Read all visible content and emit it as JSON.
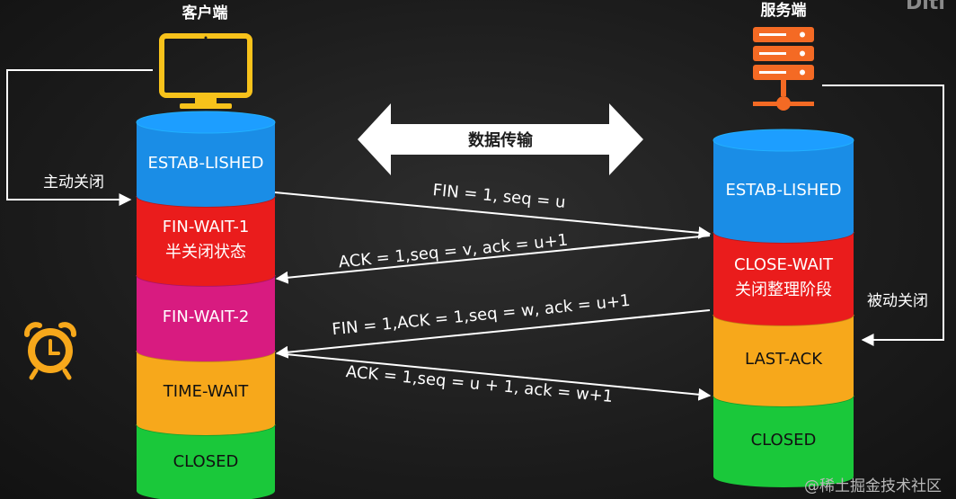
{
  "client": {
    "title": "客户端",
    "icon": "monitor-icon",
    "side_label": "主动关闭",
    "states": [
      {
        "lines": [
          "ESTAB-LISHED"
        ],
        "color": "#1a8de6"
      },
      {
        "lines": [
          "FIN-WAIT-1",
          "半关闭状态"
        ],
        "color": "#ea1c1c"
      },
      {
        "lines": [
          "FIN-WAIT-2"
        ],
        "color": "#d81b80"
      },
      {
        "lines": [
          "TIME-WAIT"
        ],
        "color": "#f7a81b"
      },
      {
        "lines": [
          "CLOSED"
        ],
        "color": "#1ac83a"
      }
    ],
    "alarm_icon": "alarm-clock-icon"
  },
  "server": {
    "title": "服务端",
    "icon": "server-icon",
    "side_label": "被动关闭",
    "states": [
      {
        "lines": [
          "ESTAB-LISHED"
        ],
        "color": "#1a8de6"
      },
      {
        "lines": [
          "CLOSE-WAIT",
          "关闭整理阶段"
        ],
        "color": "#ea1c1c"
      },
      {
        "lines": [
          "LAST-ACK"
        ],
        "color": "#f7a81b"
      },
      {
        "lines": [
          "CLOSED"
        ],
        "color": "#1ac83a"
      }
    ]
  },
  "data_transfer": {
    "label": "数据传输"
  },
  "messages": [
    {
      "label": "FIN = 1, seq = u",
      "direction": "to-server"
    },
    {
      "label": "ACK = 1,seq = v, ack = u+1",
      "direction": "to-client"
    },
    {
      "label": "FIN = 1,ACK = 1,seq = w, ack = u+1",
      "direction": "to-client"
    },
    {
      "label": "ACK = 1,seq = u + 1, ack = w+1",
      "direction": "to-server"
    }
  ],
  "watermark": "@稀土掘金技术社区",
  "corner_mark": "Diti"
}
